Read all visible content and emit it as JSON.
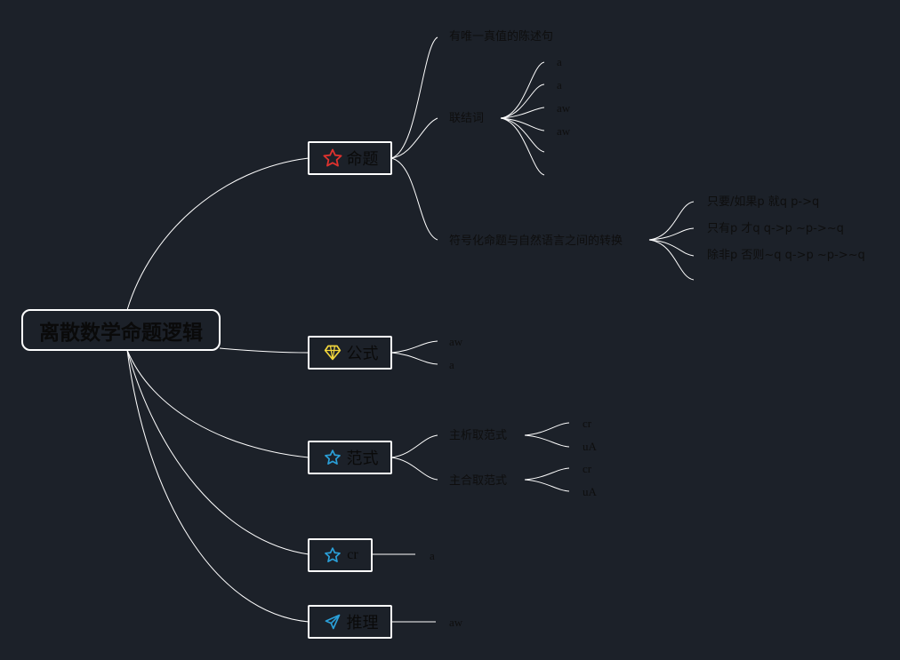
{
  "root": {
    "label": "离散数学命题逻辑"
  },
  "topics": {
    "mingti": {
      "label": "命题",
      "icon": "red-star-icon",
      "icon_color": "#e0322e"
    },
    "gongshi": {
      "label": "公式",
      "icon": "yellow-diamond-icon",
      "icon_color": "#f2d63c"
    },
    "fanshi": {
      "label": "范式",
      "icon": "blue-star-icon",
      "icon_color": "#2a9fd8"
    },
    "cr": {
      "label": "cr",
      "icon": "blue-star-icon",
      "icon_color": "#2a9fd8"
    },
    "tuili": {
      "label": "推理",
      "icon": "paper-plane-icon",
      "icon_color": "#2a9fd8"
    }
  },
  "mingti_children": {
    "unique_truth": "有唯一真值的陈述句",
    "connectives": "联结词",
    "symbolization": "符号化命题与自然语言之间的转换"
  },
  "connective_leaves": [
    "a",
    "a",
    "aw",
    "aw",
    "",
    ""
  ],
  "symbolization_leaves": [
    "只要/如果p 就q p->q",
    "只有p 才q q->p ~p->~q",
    "除非p 否则~q q->p ~p->~q",
    ""
  ],
  "gongshi_leaves": [
    "aw",
    "a"
  ],
  "fanshi_children": {
    "main_disjunctive": "主析取范式",
    "main_conjunctive": "主合取范式"
  },
  "main_disjunctive_leaves": [
    "cr",
    "uA"
  ],
  "main_conjunctive_leaves": [
    "cr",
    "uA"
  ],
  "cr_leaf": "a",
  "tuili_leaf": "aw"
}
